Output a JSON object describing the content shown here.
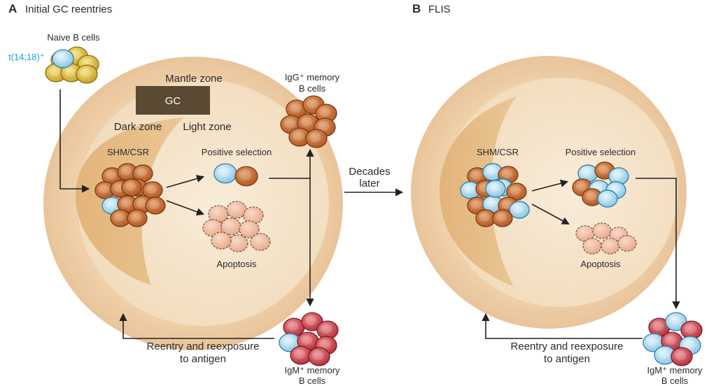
{
  "panel_a": {
    "letter": "A",
    "title": "Initial GC reentries",
    "naive_label": "Naive B cells",
    "translocation_label": "t(14;18)⁺",
    "mantle_zone": "Mantle zone",
    "gc_box": "GC",
    "dark_zone": "Dark zone",
    "light_zone": "Light zone",
    "shm": "SHM/CSR",
    "positive_selection": "Positive selection",
    "apoptosis": "Apoptosis",
    "igg_memory_line1": "IgG⁺ memory",
    "igg_memory_line2": "B cells",
    "igm_memory_line1": "IgM⁺ memory",
    "igm_memory_line2": "B cells",
    "reentry_line1": "Reentry and reexposure",
    "reentry_line2": "to antigen"
  },
  "transition": {
    "line1": "Decades",
    "line2": "later"
  },
  "panel_b": {
    "letter": "B",
    "title": "FLIS",
    "shm": "SHM/CSR",
    "positive_selection": "Positive selection",
    "apoptosis": "Apoptosis",
    "igm_memory_line1": "IgM⁺ memory",
    "igm_memory_line2": "B cells",
    "reentry_line1": "Reentry and reexposure",
    "reentry_line2": "to antigen"
  },
  "colors": {
    "translocation_text": "#1aa3d6",
    "gc_box_fill": "#5a4a33",
    "outer_follicle": "#f0d2aa",
    "inner_gc": "#f5e3c8",
    "dark_zone": "#e6bd86",
    "naive_cell": "#e0c24a",
    "gc_cell": "#c8703a",
    "memory_igm_cell": "#cf4d55",
    "blue_cell": "#a9d8ef",
    "apoptotic_cell": "#f0c1a6",
    "arrow": "#222222"
  }
}
